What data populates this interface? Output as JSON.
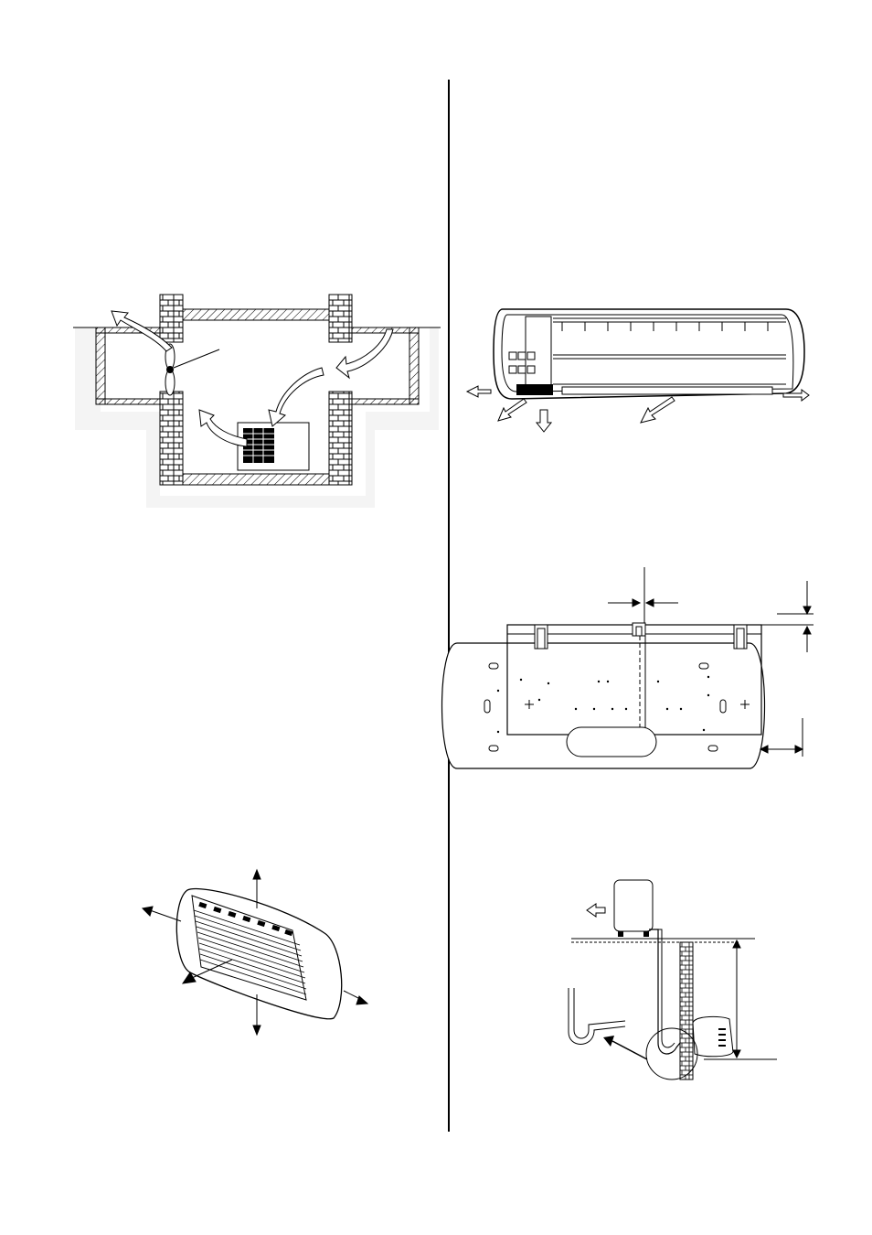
{
  "page": {
    "figures": [
      {
        "id": "fig-ventilation",
        "subject": "ventilation-room-plan"
      },
      {
        "id": "fig-indoor-pipe",
        "subject": "indoor-unit-pipe-directions"
      },
      {
        "id": "fig-mounting-plate",
        "subject": "mounting-plate-layout"
      },
      {
        "id": "fig-unit-clearance",
        "subject": "indoor-unit-clearance"
      },
      {
        "id": "fig-pipe-routing",
        "subject": "outdoor-unit-pipe-routing"
      }
    ]
  },
  "colors": {
    "line": "#000000",
    "hatch": "#000000",
    "soil": "#888888",
    "background": "#ffffff"
  },
  "icons": [
    "fan-icon",
    "airflow-arrow-icon",
    "dimension-arrow-icon",
    "brick-pillar-icon"
  ]
}
